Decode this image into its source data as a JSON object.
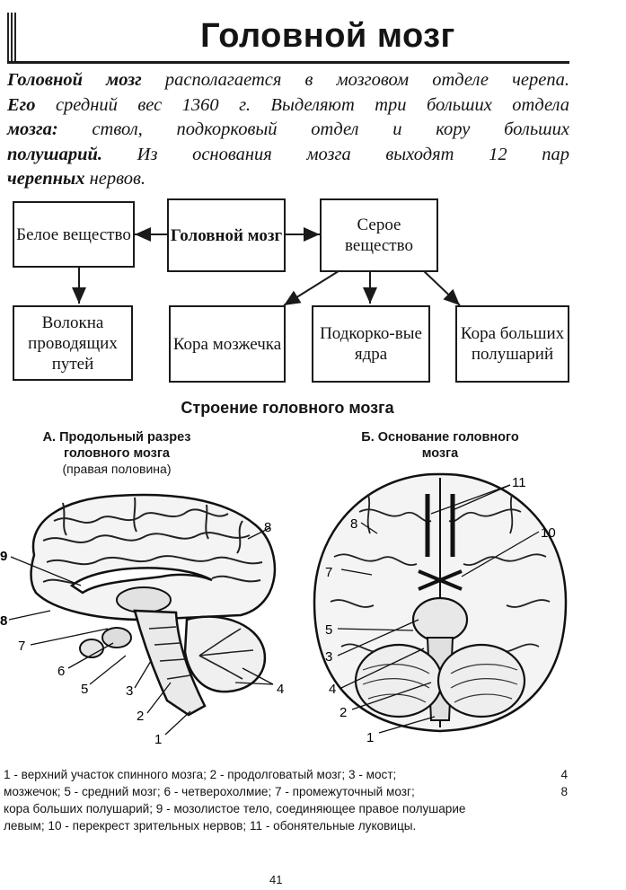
{
  "title": "Головной мозг",
  "intro": {
    "lines": [
      {
        "bold": "Головной мозг",
        "rest": " располагается в мозговом отделе черепа."
      },
      {
        "bold": "Его",
        "rest": " средний вес 1360 г. Выделяют три больших отдела"
      },
      {
        "bold": "мозга:",
        "rest": " ствол, подкорковый отдел и кору больших"
      },
      {
        "bold": "полушарий.",
        "rest": " Из основания мозга выходят 12 пар"
      },
      {
        "bold": "черепных",
        "rest": " нервов."
      }
    ]
  },
  "scheme": {
    "center": "Головной мозг",
    "white": "Белое вещество",
    "gray": "Серое вещество",
    "fibers": "Волокна проводящих путей",
    "cerebellum_cortex": "Кора мозжечка",
    "subcortical": "Подкорко-вые ядра",
    "hemisphere_cortex": "Кора больших полушарий"
  },
  "section_heading": "Строение головного мозга",
  "figure_a": {
    "title": "А. Продольный разрез головного мозга",
    "subtitle": "(правая половина)",
    "callouts": [
      "9",
      "8",
      "8",
      "7",
      "6",
      "5",
      "3",
      "2",
      "1",
      "4"
    ]
  },
  "figure_b": {
    "title": "Б. Основание головного мозга",
    "callouts": [
      "11",
      "8",
      "10",
      "7",
      "5",
      "3",
      "4",
      "2",
      "1"
    ]
  },
  "legend": {
    "row1": {
      "text": "1 - верхний участок спинного мозга; 2 - продолговатый мозг; 3 - мост;",
      "tail": "4"
    },
    "row2": {
      "text": "мозжечок; 5 - средний мозг; 6 - четверохолмие; 7 - промежуточный мозг;",
      "tail": "8"
    },
    "row3": {
      "text": "кора больших полушарий; 9 - мозолистое тело, соединяющее правое полушарие"
    },
    "row4": {
      "text": "левым; 10 - перекрест зрительных нервов; 11 - обонятельные луковицы."
    }
  },
  "page_number": "41"
}
